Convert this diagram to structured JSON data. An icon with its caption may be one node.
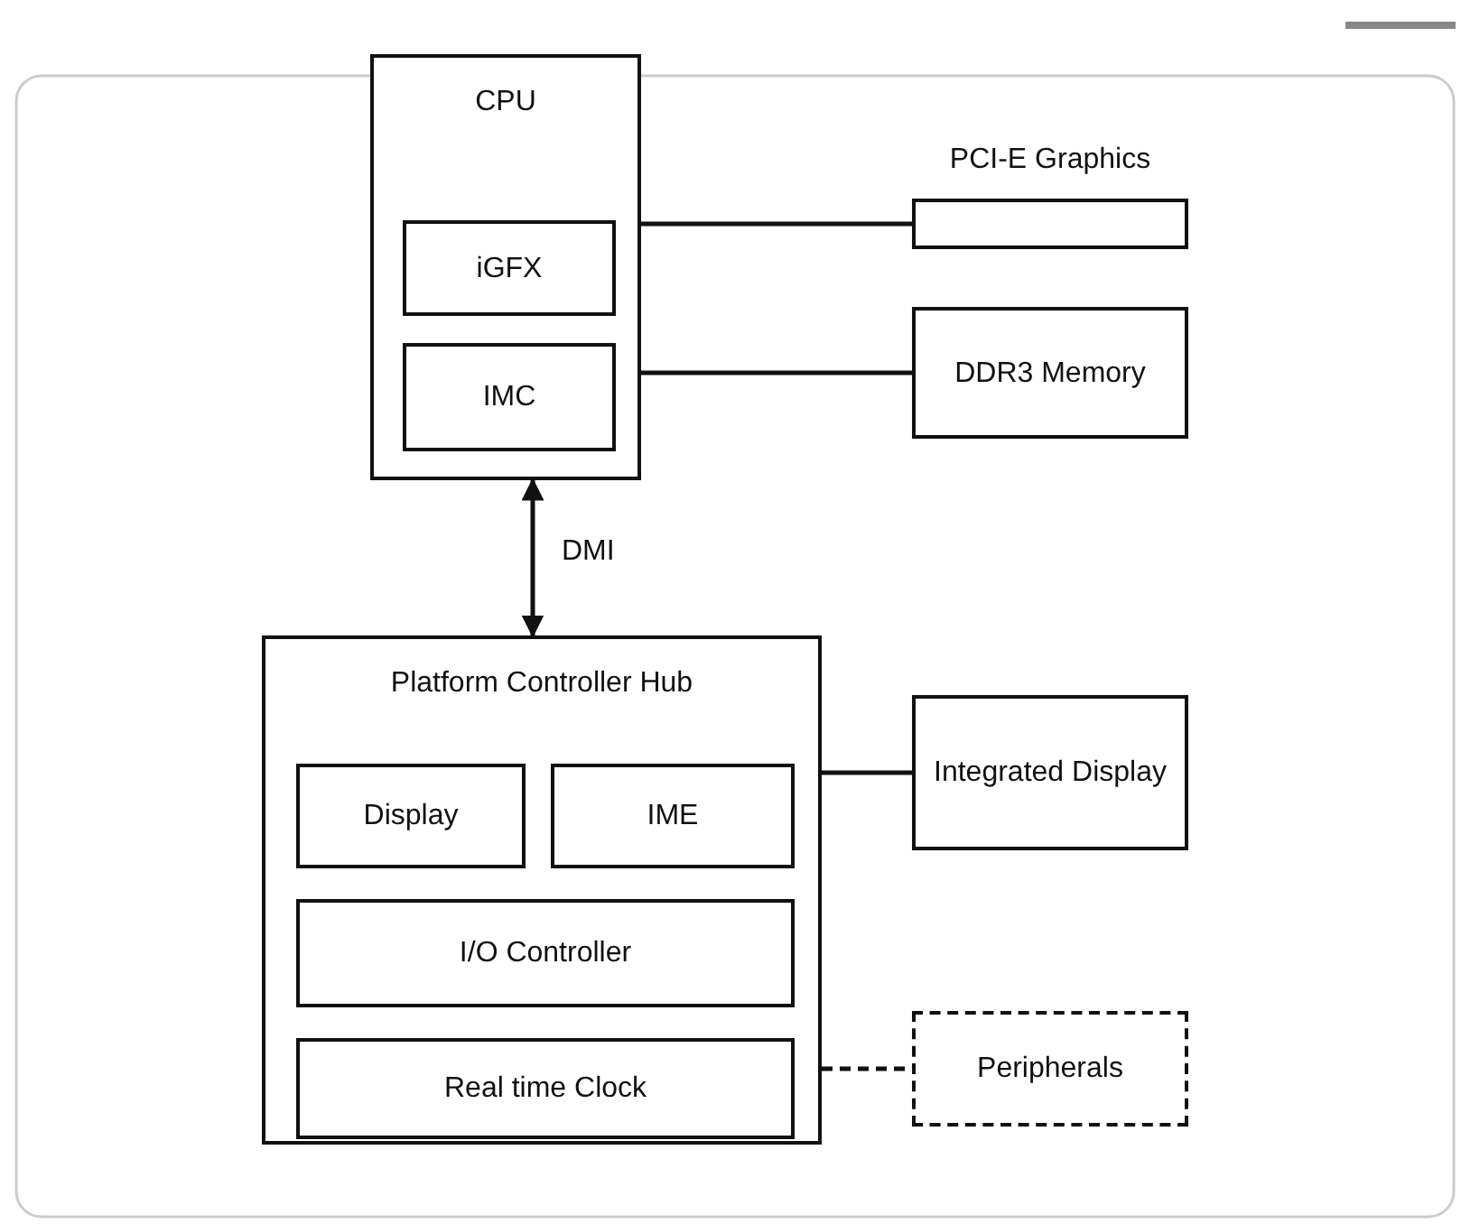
{
  "diagram": {
    "nodes": [
      {
        "text": [
          "CPU"
        ]
      },
      {
        "text": [
          "iGFX"
        ],
        "in": 0
      },
      {
        "text": [
          "IMC"
        ],
        "in": 0
      },
      {
        "text": [
          "PCI-E Graphics"
        ]
      },
      {
        "text": [
          "DDR3 Memory"
        ]
      },
      {
        "text": [
          "Platform Controller Hub"
        ]
      },
      {
        "text": [
          "Display"
        ],
        "in": 5
      },
      {
        "text": [
          "IME"
        ],
        "in": 5
      },
      {
        "text": [
          "I/O Controller"
        ],
        "in": 5
      },
      {
        "text": [
          "Real time Clock"
        ],
        "in": 5
      },
      {
        "text": [
          "Integrated Display"
        ]
      },
      {
        "text": [
          "Peripherals"
        ]
      }
    ],
    "edges": [
      {
        "from": 0,
        "to": 3,
        "arrow": "none"
      },
      {
        "from": 0,
        "to": 4,
        "arrow": "none"
      },
      {
        "from": 0,
        "to": 5,
        "arrow": "both",
        "label": "DMI"
      },
      {
        "from": 5,
        "to": 10,
        "arrow": "none"
      },
      {
        "from": 5,
        "to": 11,
        "arrow": "none",
        "style": "dashed"
      }
    ]
  }
}
